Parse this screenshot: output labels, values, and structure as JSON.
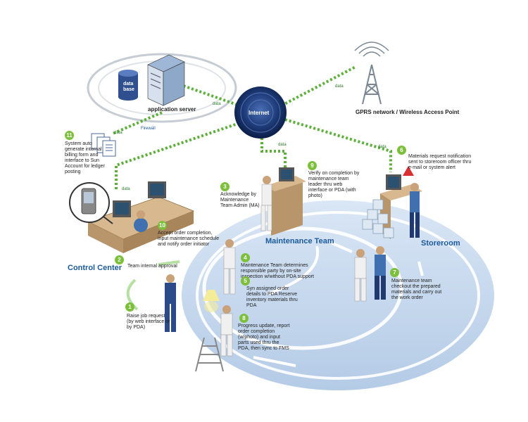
{
  "network": {
    "internet_label": "Internet",
    "app_server_label": "application server",
    "database_line1": "data",
    "database_line2": "base",
    "firewall_label": "Firewall",
    "gprs_label": "GPRS network / Wireless Access Point",
    "data_tag": "data"
  },
  "zones": {
    "control_center": "Control Center",
    "maintenance_team": "Maintenance Team",
    "storeroom": "Storeroom"
  },
  "steps": [
    {
      "n": "1",
      "text": "Raise job request (by web interface or by PDA)"
    },
    {
      "n": "2",
      "text": "Team internal approval"
    },
    {
      "n": "3",
      "text": "Acknowledge by Maintenance Team Admin (MA)"
    },
    {
      "n": "4",
      "text": "Maintenance Team determines responsible party by on-site inspection w/without PDA support"
    },
    {
      "n": "5",
      "text": "Syn assigned order details to PDA Reserve inventory materials thru PDA"
    },
    {
      "n": "6",
      "text": "Materials request notification sent to storeroom officer thru e-mail or system alert"
    },
    {
      "n": "7",
      "text": "Maintenance team checkout the prepared materials and carry out the work order"
    },
    {
      "n": "8",
      "text": "Progress update, report order completion (w/photo) and input parts used thru the PDA, then sync to FMS"
    },
    {
      "n": "9",
      "text": "Verify on completion by maintenance team leader thru web interface or PDA (with photo)"
    },
    {
      "n": "10",
      "text": "Accept order completion, input maintenance schedule and notify order initiator"
    },
    {
      "n": "11",
      "text": "System auto generate internal billing form and interface to Sun Account for ledger posting"
    }
  ]
}
